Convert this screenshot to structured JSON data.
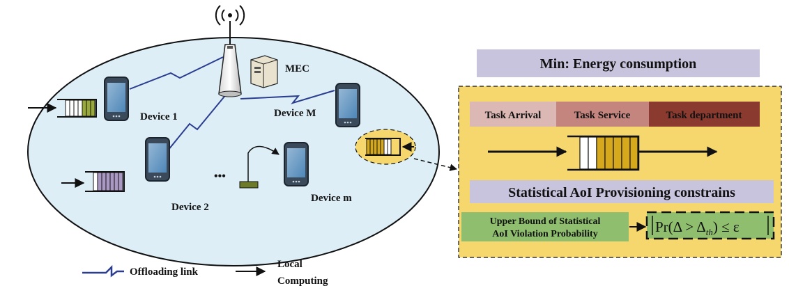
{
  "network": {
    "mec_label": "MEC",
    "device_1": "Device 1",
    "device_2": "Device 2",
    "device_M": "Device M",
    "device_m": "Device m",
    "ellipsis": "•••"
  },
  "legend": {
    "offloading_label": "Offloading link",
    "local_label_line1": "Local",
    "local_label_line2": "Computing"
  },
  "objective": {
    "title": "Min: Energy consumption"
  },
  "queue_model": {
    "task_arrival": "Task Arrival",
    "task_service": "Task Service",
    "task_departure": "Task department"
  },
  "constraint": {
    "title": "Statistical AoI Provisioning constrains",
    "bound_line1": "Upper Bound of Statistical",
    "bound_line2": "AoI Violation Probability",
    "formula_prefix": "Pr(Δ > Δ",
    "formula_sub": "th",
    "formula_suffix": ") ≤ ε"
  },
  "colors": {
    "cell_bg": "#ddeef6",
    "objective_bg": "#c9c4dd",
    "panel_bg": "#f5d76e",
    "arrival_bg": "#dcb8b4",
    "service_bg": "#c4857f",
    "departure_bg": "#8a3a2e",
    "constraint_bg": "#c9c4dd",
    "bound_bg": "#8fbf6e",
    "formula_bg": "#8fbf6e",
    "link_color": "#2a3d8f",
    "queue_olive": "#9aaa3a",
    "queue_purple": "#a998c4",
    "queue_gold": "#d6a91c"
  }
}
